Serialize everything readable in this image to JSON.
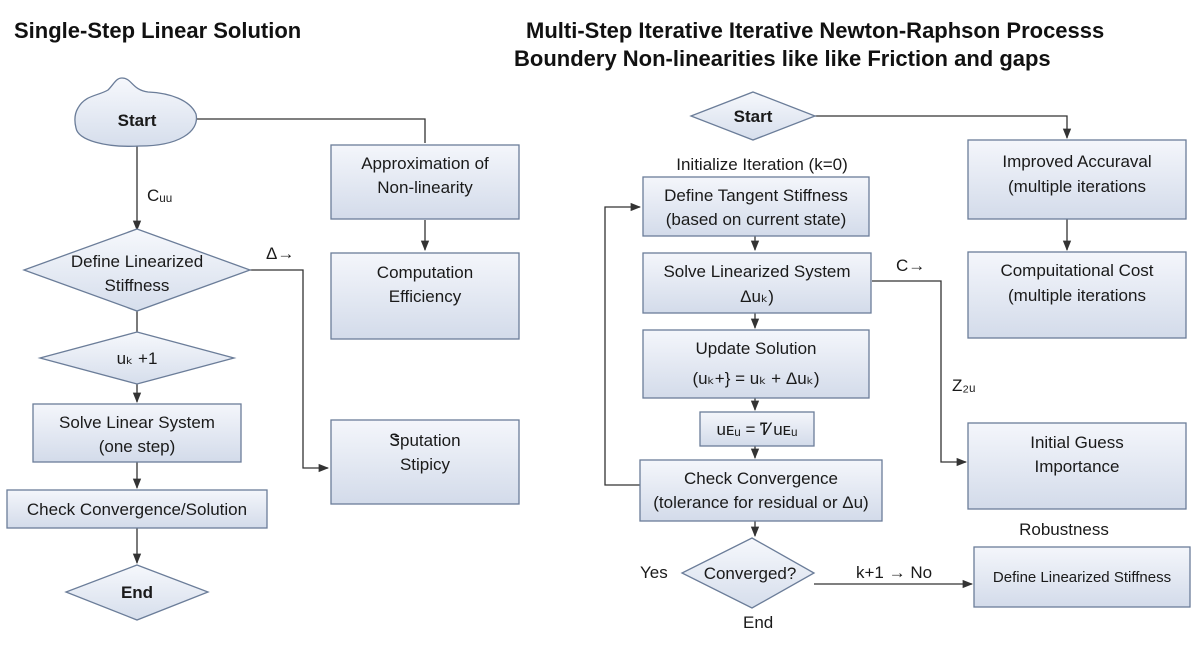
{
  "left": {
    "title": "Single-Step Linear Solution",
    "start": "Start",
    "c_uu": "Cᵤᵤ",
    "define_linearized": [
      "Define Linearized",
      "Stiffness"
    ],
    "delta_arrow": "Δ→",
    "uk_plus_1": "uₖ +1",
    "solve_linear": [
      "Solve Linear System",
      "(one step)"
    ],
    "check_convergence": "Check Convergence/Solution",
    "end": "End",
    "approximation": [
      "Approximation of",
      "Non-linearity"
    ],
    "computation_efficiency": [
      "Computation",
      "Efficiency"
    ],
    "sputation": [
      "Ꮥputation",
      "Stipicy"
    ]
  },
  "right": {
    "title": [
      "Multi-Step Iterative Iterative Newton-Raphson Processs",
      "Boundery Non-linearities  like like Friction and gaps"
    ],
    "start": "Start",
    "init_iteration": "Initialize Iteration (k=0)",
    "define_tangent": [
      "Define Tangent Stiffness",
      "(based on current state)"
    ],
    "solve_linearized": [
      "Solve Linearized System",
      "Δuₖ)"
    ],
    "c_arrow": "C→",
    "update_solution": [
      "Update Solution",
      "(uₖ+} = uₖ + Δuₖ)"
    ],
    "u_eu": "uᴇᵤ = Ꮴuᴇᵤ",
    "check_convergence": [
      "Check Convergence",
      "(tolerance for residual or Δu)"
    ],
    "converged": "Converged?",
    "yes": "Yes",
    "end": "End",
    "k_no": "k+1 → No",
    "improved_accuracy": [
      "Improved Accuraval",
      "(multiple iterations"
    ],
    "computational_cost": [
      "Compuitational Cost",
      "(multiple iterations"
    ],
    "z2u": "Z₂ᵤ",
    "initial_guess": [
      "Initial Guess",
      "Importance"
    ],
    "robustness": "Robustness",
    "define_linearized": "Define Linearized Stiffness"
  },
  "colors": {
    "box_top": "#f4f6fb",
    "box_bottom": "#d3dbea",
    "border": "#6b7d99",
    "line": "#333333"
  }
}
